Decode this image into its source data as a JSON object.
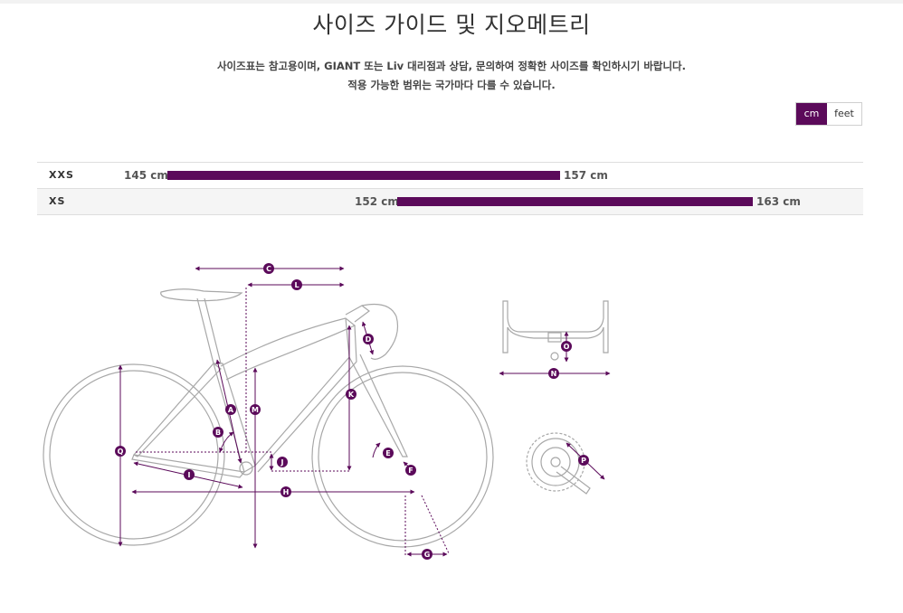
{
  "page": {
    "title": "사이즈 가이드 및 지오메트리",
    "subtitle_line1": "사이즈표는 참고용이며, GIANT 또는 Liv 대리점과 상담, 문의하여 정확한 사이즈를 확인하시기 바랍니다.",
    "subtitle_line2": "적용 가능한 범위는 국가마다 다를 수 있습니다."
  },
  "units": {
    "cm": "cm",
    "feet": "feet",
    "selected": "cm"
  },
  "colors": {
    "accent": "#5b0a5a",
    "row_alt": "#f5f5f5",
    "bike_outline": "#9a9a9a"
  },
  "size_chart": {
    "rows": [
      {
        "size": "XXS",
        "min_label": "145 cm",
        "max_label": "157 cm",
        "min": 145,
        "max": 157
      },
      {
        "size": "XS",
        "min_label": "152 cm",
        "max_label": "163 cm",
        "min": 152,
        "max": 163
      }
    ]
  },
  "geometry_labels": [
    "A",
    "B",
    "C",
    "D",
    "E",
    "F",
    "G",
    "H",
    "I",
    "J",
    "K",
    "L",
    "M",
    "N",
    "O",
    "P",
    "Q"
  ]
}
